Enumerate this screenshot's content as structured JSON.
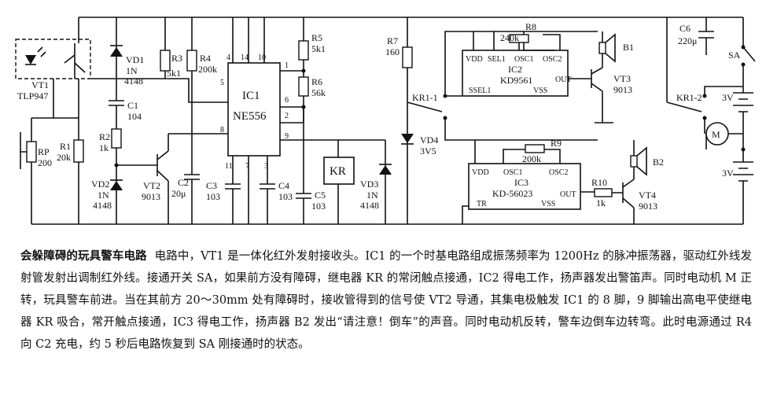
{
  "schematic": {
    "vt1_name": "VT1",
    "vt1_part": "TLP947",
    "rp": "RP",
    "rp_val": "200",
    "r1": "R1",
    "r1_val": "20k",
    "r2": "R2",
    "r2_val": "1k",
    "vd1": "VD1",
    "vd1_part": "1N",
    "vd1_num": "4148",
    "c1": "C1",
    "c1_val": "104",
    "vd2": "VD2",
    "vd2_part": "1N",
    "vd2_num": "4148",
    "vt2": "VT2",
    "vt2_part": "9013",
    "r3": "R3",
    "r3_val": "5k1",
    "r4": "R4",
    "r4_val": "200k",
    "c2": "C2",
    "c2_val": "20μ",
    "c3": "C3",
    "c3_val": "103",
    "ic1_name": "IC1",
    "ic1_part": "NE556",
    "pins": [
      "4",
      "14",
      "10",
      "1",
      "5",
      "6",
      "2",
      "8",
      "9",
      "11",
      "7",
      "3"
    ],
    "c4": "C4",
    "c4_val": "103",
    "c5": "C5",
    "c5_val": "103",
    "r5": "R5",
    "r5_val": "5k1",
    "r6": "R6",
    "r6_val": "56k",
    "kr": "KR",
    "vd3": "VD3",
    "vd3_part": "1N",
    "vd3_num": "4148",
    "r7": "R7",
    "r7_val": "160",
    "vd4": "VD4",
    "vd4_val": "3V5",
    "kr1_1": "KR1-1",
    "r8": "R8",
    "r8_val": "240k",
    "ic2_name": "IC2",
    "ic2_part": "KD9561",
    "ic2_pins": [
      "VDD",
      "SEL1",
      "OSC1",
      "OSC2",
      "OUT",
      "SSEL1",
      "VSS"
    ],
    "b1": "B1",
    "vt3": "VT3",
    "vt3_part": "9013",
    "r9": "R9",
    "r9_val": "200k",
    "ic3_name": "IC3",
    "ic3_part": "KD-56023",
    "ic3_pins": [
      "VDD",
      "OSC1",
      "OSC2",
      "OUT",
      "TR",
      "VSS"
    ],
    "r10": "R10",
    "r10_val": "1k",
    "b2": "B2",
    "vt4": "VT4",
    "vt4_part": "9013",
    "c6": "C6",
    "c6_val": "220μ",
    "sa": "SA",
    "kr1_2": "KR1-2",
    "motor": "M",
    "bat1": "3V",
    "bat2": "3V"
  },
  "caption": {
    "title": "会躲障碍的玩具警车电路",
    "body": "电路中，VT1 是一体化红外发射接收头。IC1 的一个时基电路组成振荡频率为 1200Hz 的脉冲振荡器，驱动红外线发射管发射出调制红外线。接通开关 SA，如果前方没有障碍，继电器 KR 的常闭触点接通，IC2 得电工作，扬声器发出警笛声。同时电动机 M 正转，玩具警车前进。当在其前方 20～30mm 处有障碍时，接收管得到的信号使 VT2 导通，其集电极触发 IC1 的 8 脚，9 脚输出高电平使继电器 KR 吸合，常开触点接通，IC3 得电工作，扬声器 B2 发出“请注意！倒车”的声音。同时电动机反转，警车边倒车边转弯。此时电源通过 R4 向 C2 充电，约 5 秒后电路恢复到 SA 刚接通时的状态。"
  }
}
